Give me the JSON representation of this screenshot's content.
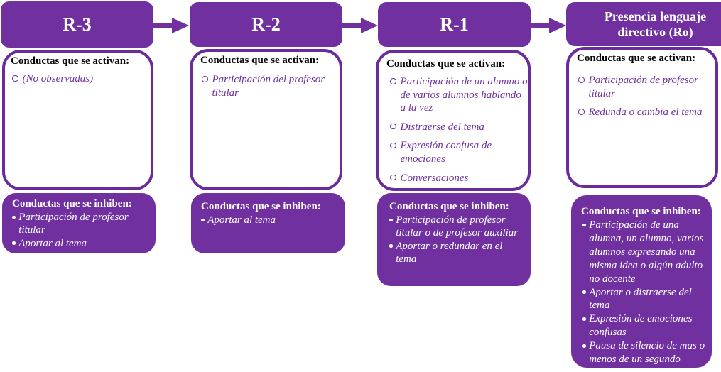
{
  "colors": {
    "purple_fill": "#7030A0",
    "purple_border": "#6A2C9B",
    "activated_text": "#7030A0",
    "inhibited_text": "#FFFFFF",
    "title_text": "#000000",
    "background": "#FFFFFF"
  },
  "columns": [
    {
      "header": "R-3",
      "activated": {
        "title": "Conductas que se activan:",
        "items": [
          "(No observadas)"
        ]
      },
      "inhibited": {
        "title": "Conductas que se inhiben:",
        "items": [
          "Participación de profesor titular",
          "Aportar al tema"
        ]
      }
    },
    {
      "header": "R-2",
      "activated": {
        "title": "Conductas que se activan:",
        "items": [
          "Participación del profesor titular"
        ]
      },
      "inhibited": {
        "title": "Conductas que se inhiben:",
        "items": [
          "Aportar al tema"
        ]
      }
    },
    {
      "header": "R-1",
      "activated": {
        "title": "Conductas que se activan:",
        "items": [
          "Participación de un alumno o de varios alumnos hablando a la vez",
          "Distraerse del tema",
          "Expresión confusa de emociones",
          "Conversaciones"
        ]
      },
      "inhibited": {
        "title": "Conductas que se inhiben:",
        "items": [
          "Participación de profesor titular o de profesor auxiliar",
          "Aportar o redundar en el tema"
        ]
      }
    },
    {
      "header": "Presencia lenguaje directivo (Ro)",
      "activated": {
        "title": "Conductas que se activan:",
        "items": [
          "Participación de profesor titular",
          "Redunda o cambia el tema"
        ]
      },
      "inhibited": {
        "title": "Conductas que se inhiben:",
        "items": [
          "Participación de una alumna, un alumno, varios alumnos expresando una misma idea o algún adulto no docente",
          "Aportar o distraerse del tema",
          "Expresión de emociones confusas",
          "Pausa de silencio de mas o menos de un segundo"
        ]
      }
    }
  ]
}
